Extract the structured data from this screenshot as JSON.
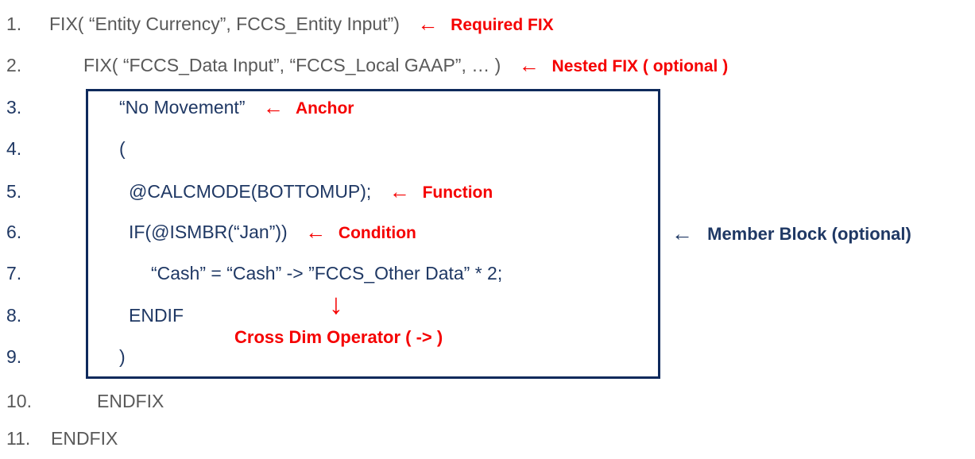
{
  "colors": {
    "code_outer_gray": "#595959",
    "code_inner_navy": "#1f3864",
    "annotation_red": "#f50000",
    "box_border_navy": "#0f2a5c"
  },
  "lines": [
    {
      "num": "1.",
      "code": "FIX( “Entity Currency”, FCCS_Entity Input”)",
      "annotation": "Required FIX"
    },
    {
      "num": "2.",
      "code": "FIX( “FCCS_Data Input”, “FCCS_Local GAAP”, … )",
      "annotation": "Nested FIX ( optional )"
    },
    {
      "num": "3.",
      "code": "“No Movement”",
      "annotation": "Anchor"
    },
    {
      "num": "4.",
      "code": "("
    },
    {
      "num": "5.",
      "code": "@CALCMODE(BOTTOMUP);",
      "annotation": "Function"
    },
    {
      "num": "6.",
      "code": "IF(@ISMBR(“Jan”))",
      "annotation": "Condition"
    },
    {
      "num": "7.",
      "code": "“Cash” = “Cash” -> ”FCCS_Other Data” * 2;"
    },
    {
      "num": "8.",
      "code": "ENDIF"
    },
    {
      "num": "9.",
      "code": ")"
    },
    {
      "num": "10.",
      "code": "ENDFIX"
    },
    {
      "num": "11.",
      "code": "ENDFIX"
    }
  ],
  "callouts": {
    "left_arrow": "←",
    "down_arrow": "↓",
    "member_block": "Member Block (optional)",
    "cross_dim": "Cross Dim Operator ( -> )"
  }
}
